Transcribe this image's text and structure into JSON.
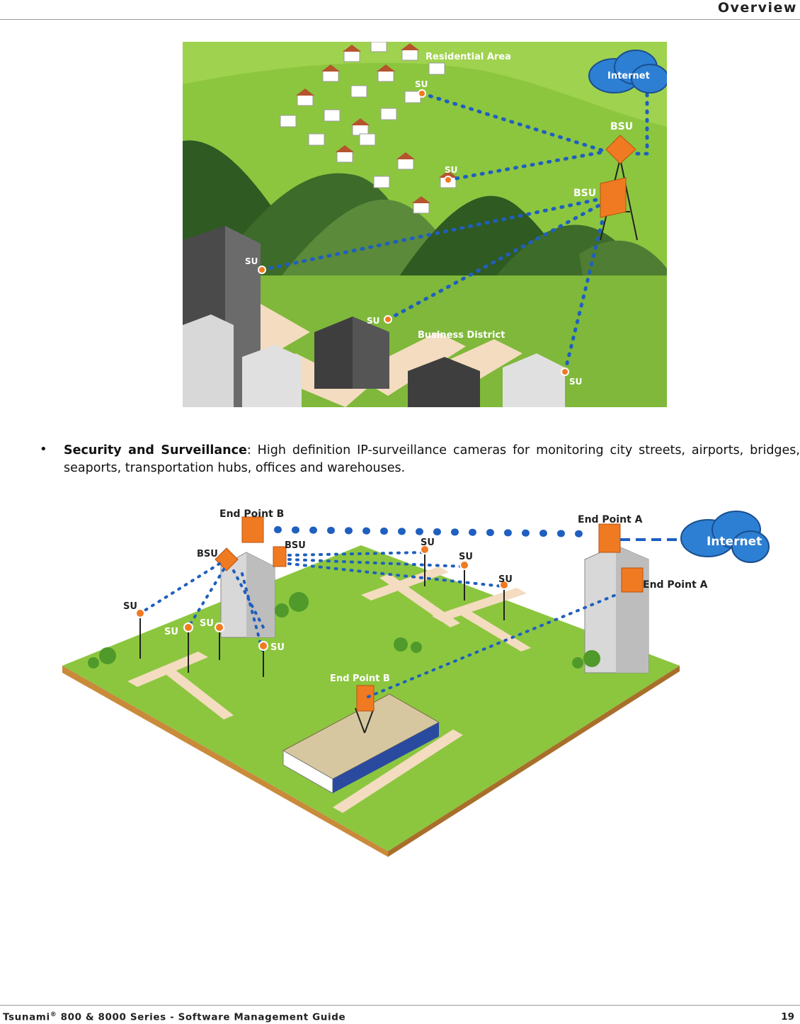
{
  "header": {
    "title": "Overview"
  },
  "figure1": {
    "labels": {
      "residential_area": "Residential Area",
      "internet": "Internet",
      "bsu": "BSU",
      "su": "SU",
      "business_district": "Business District"
    }
  },
  "bullet": {
    "heading": "Security and Surveillance",
    "text": ": High definition IP-surveillance cameras for monitoring city streets, airports, bridges, seaports, transportation hubs, offices and warehouses."
  },
  "figure2": {
    "labels": {
      "end_point_b": "End Point B",
      "end_point_a": "End Point A",
      "bsu": "BSU",
      "su": "SU",
      "internet": "Internet"
    }
  },
  "footer": {
    "product": "Tsunami",
    "registered": "®",
    "rest": " 800 & 8000 Series - Software Management Guide",
    "page_number": "19"
  },
  "colors": {
    "grass": "#8cc63f",
    "hill_dark": "#3d6b2a",
    "link_blue": "#1f5fbf",
    "antenna_orange": "#f07a22",
    "cloud_blue": "#2d7fd3"
  }
}
